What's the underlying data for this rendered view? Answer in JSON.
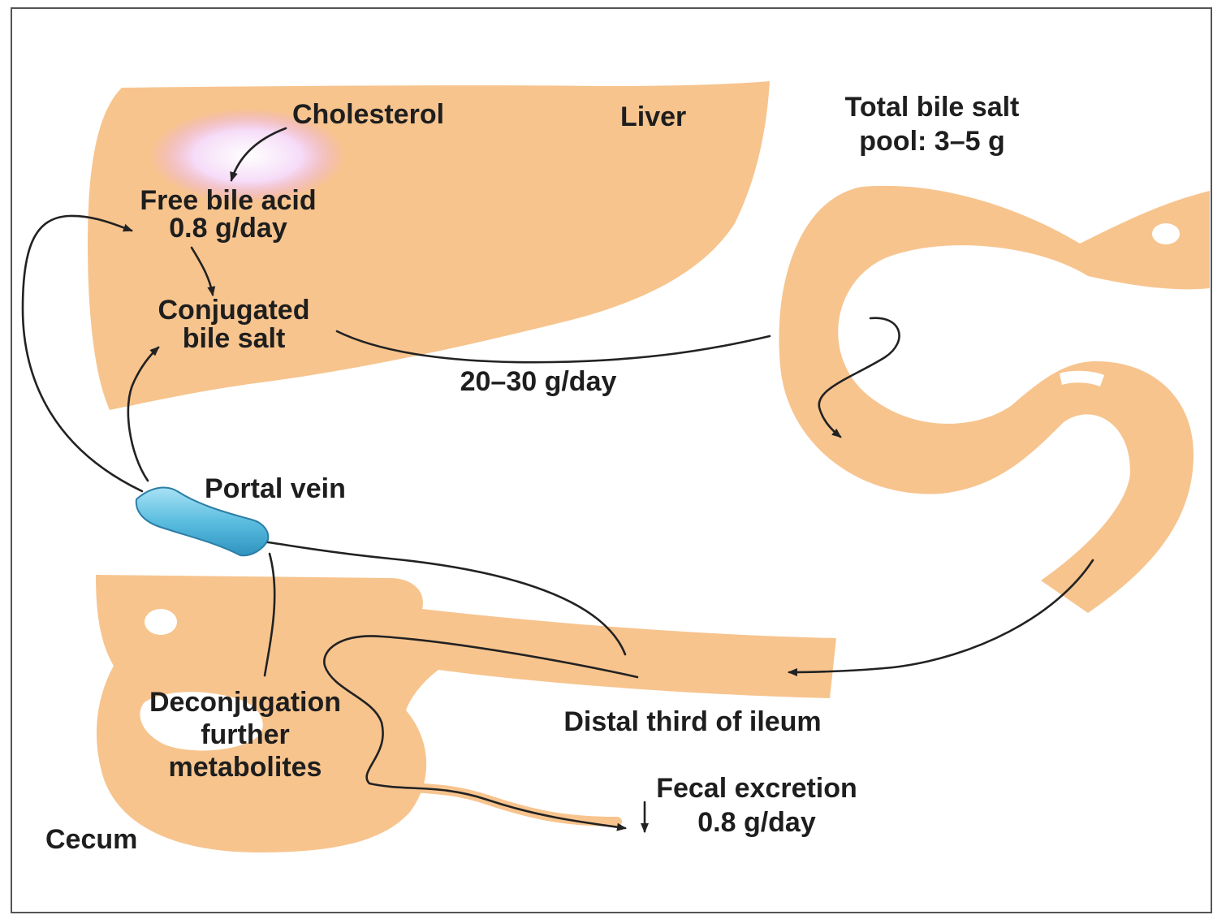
{
  "labels": {
    "cholesterol": "Cholesterol",
    "liver": "Liver",
    "pool_line1": "Total bile salt",
    "pool_line2": "pool: 3–5 g",
    "free_bile_acid": "Free bile acid",
    "free_bile_acid_rate": "0.8 g/day",
    "conjugated_line1": "Conjugated",
    "conjugated_line2": "bile salt",
    "secretion_rate": "20–30 g/day",
    "portal_vein": "Portal vein",
    "deconj_line1": "Deconjugation",
    "deconj_line2": "further",
    "deconj_line3": "metabolites",
    "distal_ileum": "Distal third of ileum",
    "fecal_line1": "Fecal excretion",
    "fecal_line2": "0.8 g/day",
    "cecum": "Cecum"
  },
  "colors": {
    "organ": "#f7c48e",
    "portal_vein": "#5bbde0",
    "cholesterol_glow": "#e9a6f0",
    "arrow": "#222222",
    "text": "#1e1e1e"
  }
}
